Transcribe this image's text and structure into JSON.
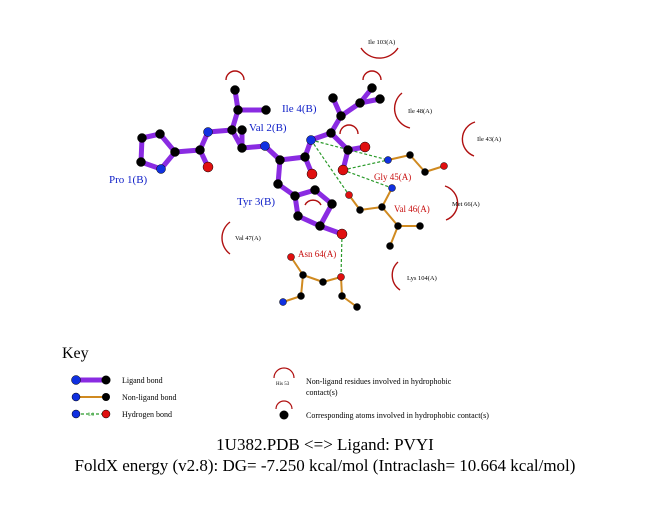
{
  "ligand_residues": [
    "Pro 1(B)",
    "Val 2(B)",
    "Tyr 3(B)",
    "Ile 4(B)"
  ],
  "hbond_residues": [
    "Gly 45(A)",
    "Val 46(A)",
    "Asn 64(A)"
  ],
  "hydrophobic_residues": [
    "Ile 103(A)",
    "Ile 48(A)",
    "Ile 43(A)",
    "Met 66(A)",
    "Val 47(A)",
    "Lys 104(A)"
  ],
  "key": {
    "title": "Key",
    "ligand_bond": "Ligand bond",
    "nonligand_bond": "Non-ligand bond",
    "hydrogen_bond": "Hydrogen bond",
    "hbond_distance": "3.0",
    "example_residue": "His 53",
    "hydrophobic_residue_line1": "Non-ligand residues involved in hydrophobic",
    "hydrophobic_residue_line2": "contact(s)",
    "hydrophobic_atoms": "Corresponding atoms involved in hydrophobic contact(s)"
  },
  "caption": {
    "line1": "1U382.PDB <=> Ligand: PVYI",
    "line2": "FoldX energy (v2.8): DG= -7.250 kcal/mol (Intraclash= 10.664 kcal/mol)"
  },
  "colors": {
    "ligand_bond": "#8a2be2",
    "nonligand_bond": "#d08a20",
    "hydrogen_bond": "#2a9a2a",
    "ligand_label": "#1020c8",
    "protein_label": "#c81010",
    "carbon": "#000000",
    "nitrogen": "#1030e0",
    "oxygen": "#e01010"
  }
}
